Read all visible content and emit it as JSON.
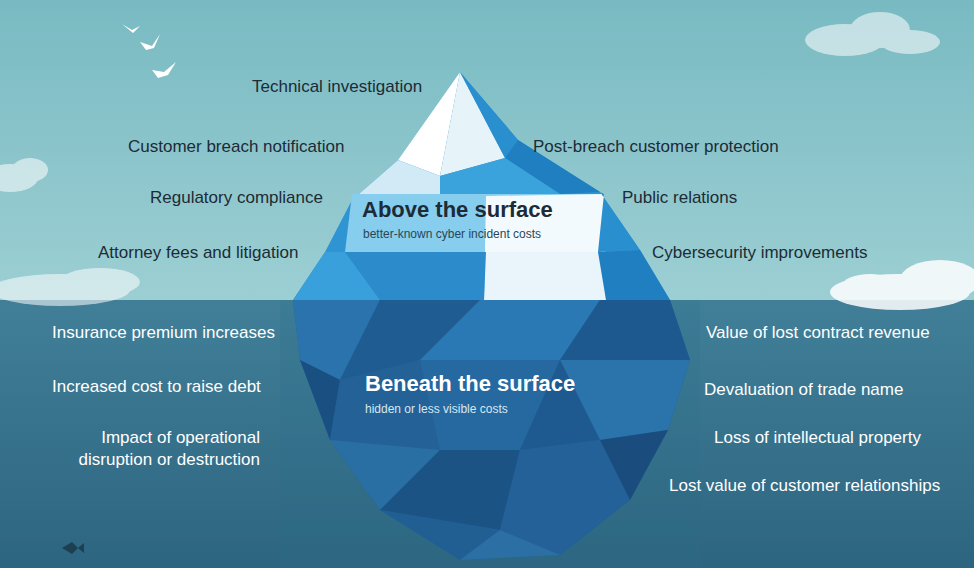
{
  "diagram": {
    "labels": [
      "Technical investigation",
      "Customer breach notification",
      "Post-breach customer protection",
      "Regulatory compliance",
      "Above the surface",
      "better-known cyber incident costs",
      "Public relations",
      "Attorney fees and litigation",
      "Cybersecurity improvements",
      "Insurance premium increases",
      "Value of lost contract revenue",
      "Beneath the surface",
      "hidden or less visible costs",
      "Increased cost to raise debt",
      "Devaluation of trade name",
      "Impact of operational disruption or destruction",
      "Loss of intellectual property",
      "Lost value of customer relationships"
    ]
  }
}
